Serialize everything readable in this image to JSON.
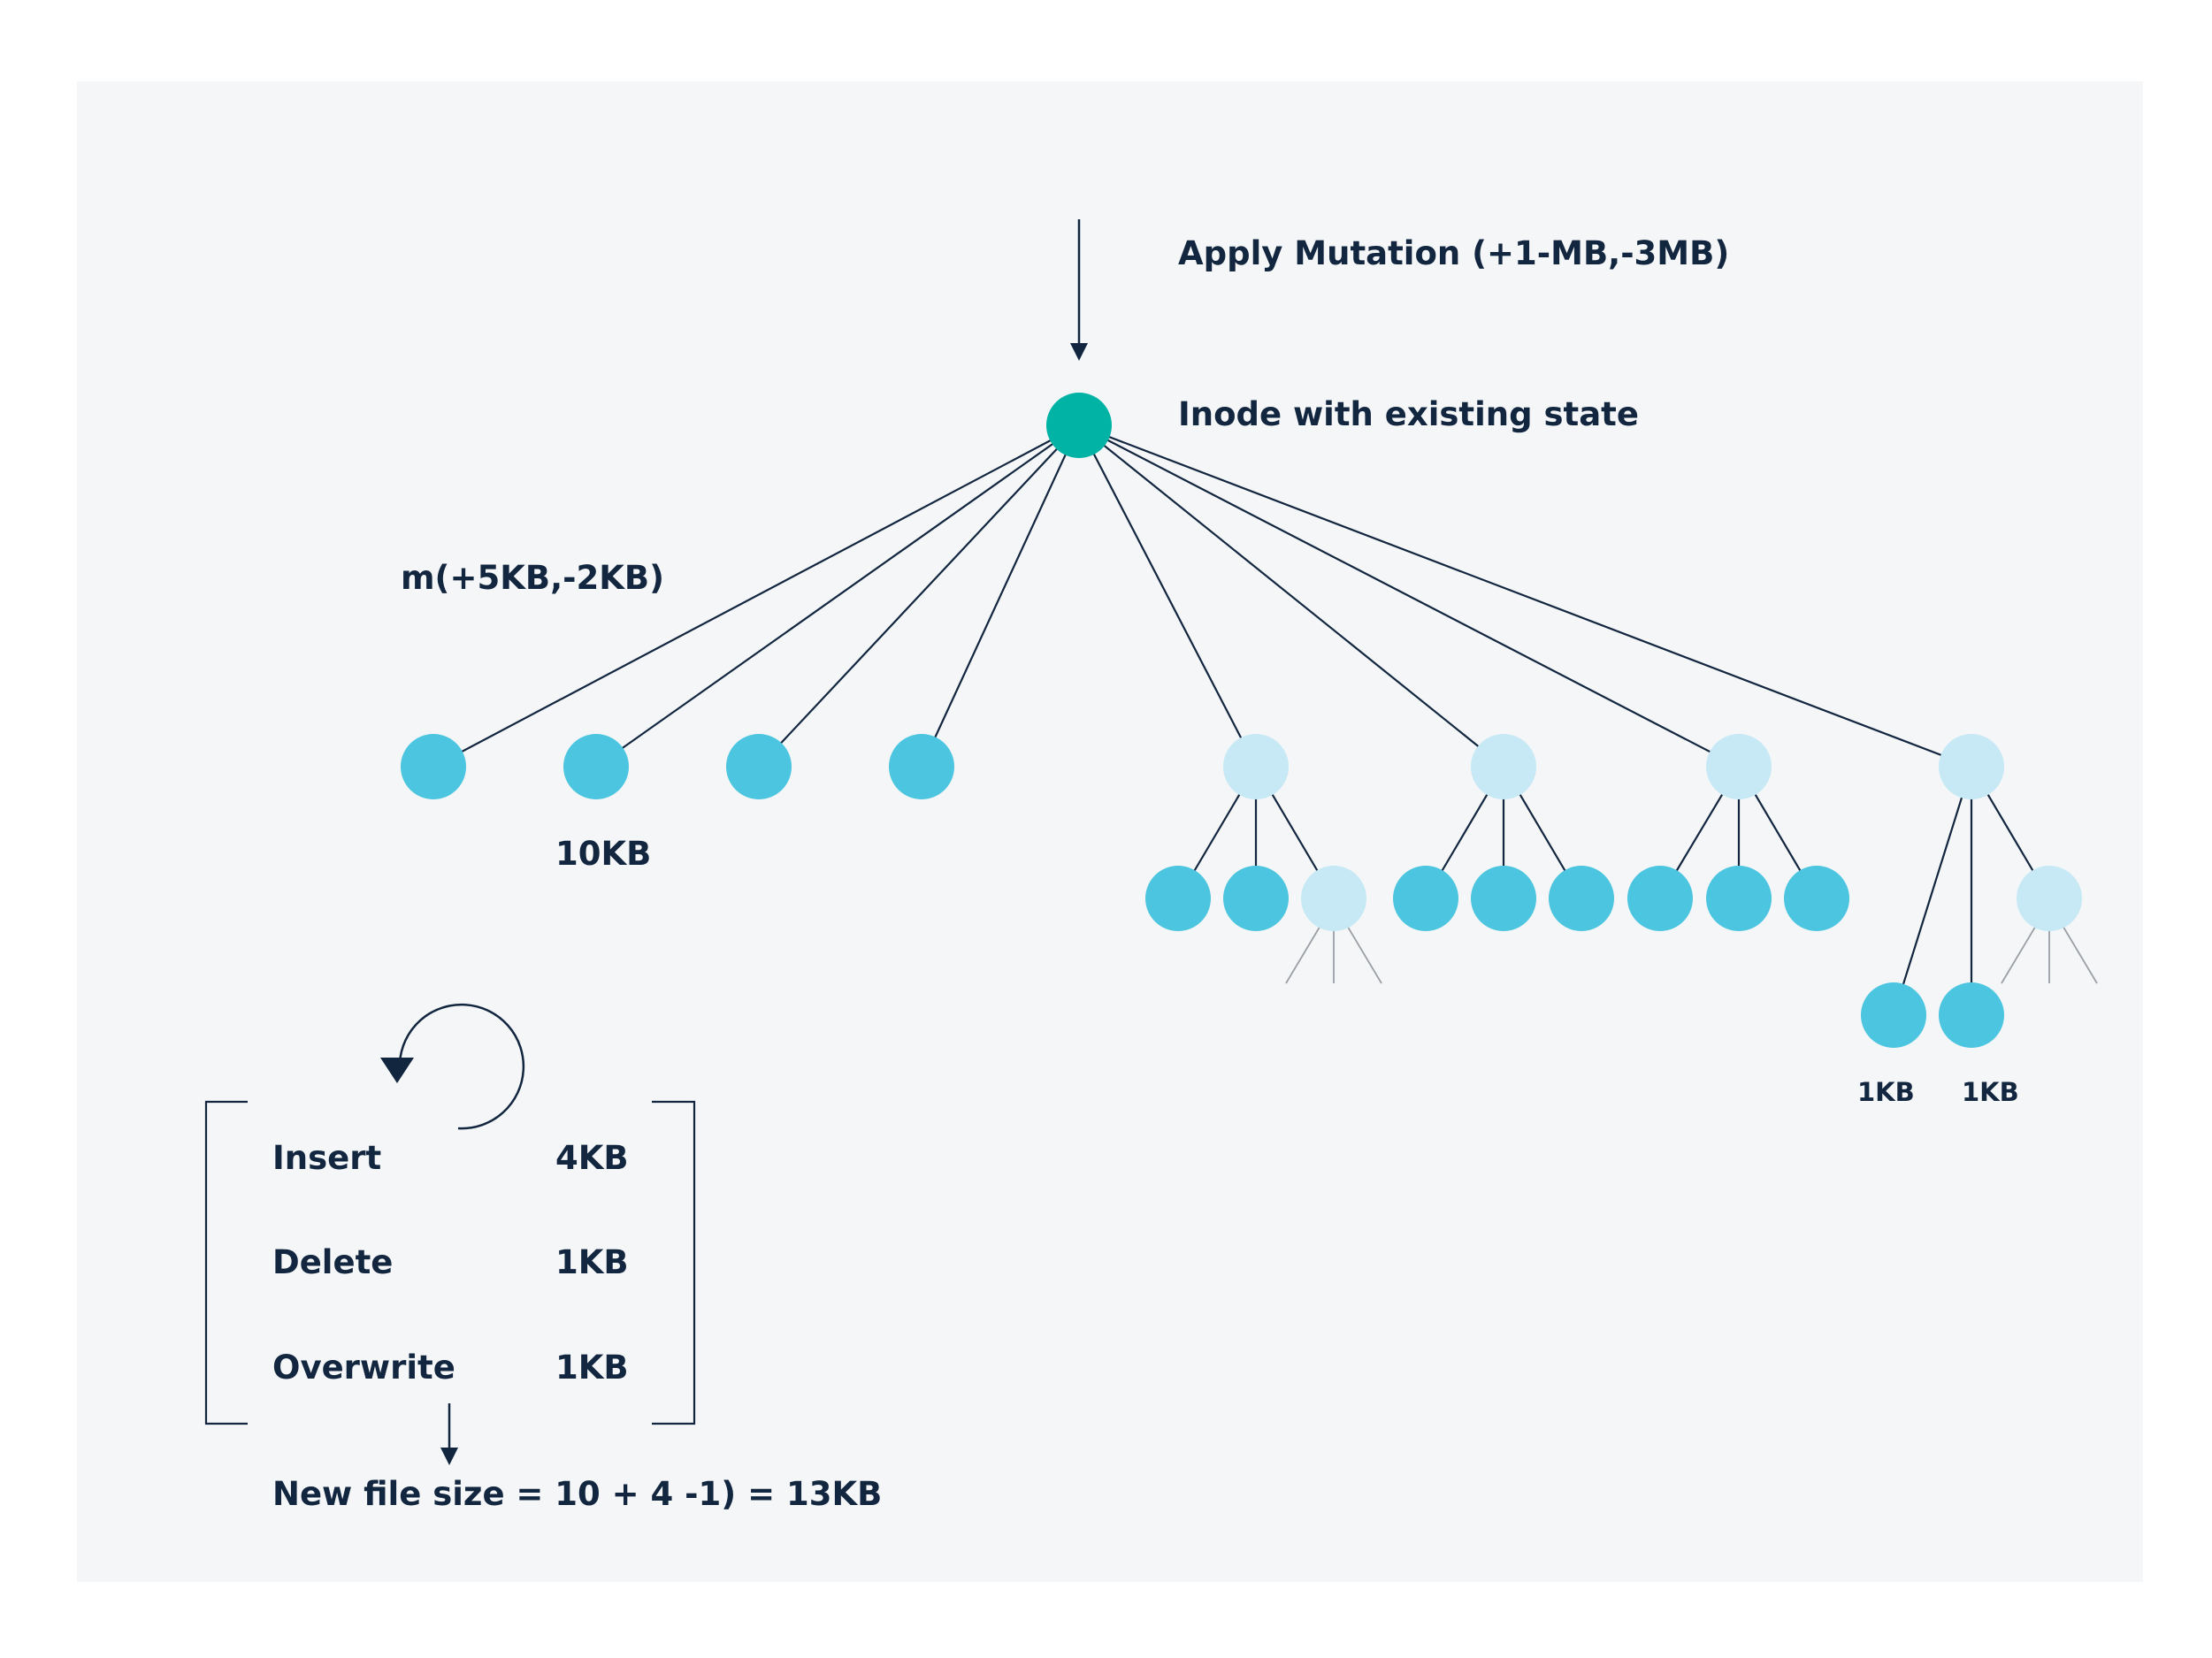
{
  "labels": {
    "apply_mutation": "Apply Mutation (+1-MB,-3MB)",
    "inode_state": "Inode with existing state",
    "mutation": "m(+5KB,-2KB)",
    "leaf_size": "10KB",
    "leaf_1kb_a": "1KB",
    "leaf_1kb_b": "1KB",
    "new_file_size": "New file size = 10 + 4 -1) = 13KB"
  },
  "operations": [
    {
      "op": "Insert",
      "size": "4KB"
    },
    {
      "op": "Delete",
      "size": "1KB"
    },
    {
      "op": "Overwrite",
      "size": "1KB"
    }
  ],
  "colors": {
    "background": "#ffffff",
    "panel": "#f4f6f8",
    "ink": "#12263f",
    "root_node": "#00b3a4",
    "data_node": "#4cc5e0",
    "intermediate_node": "#c6e9f5",
    "faded_edge": "#9aa0a6"
  }
}
